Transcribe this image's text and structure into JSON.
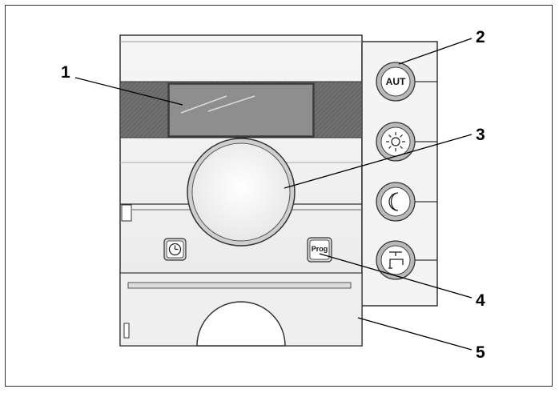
{
  "callouts": [
    {
      "id": "1",
      "label": "1"
    },
    {
      "id": "2",
      "label": "2"
    },
    {
      "id": "3",
      "label": "3"
    },
    {
      "id": "4",
      "label": "4"
    },
    {
      "id": "5",
      "label": "5"
    }
  ],
  "buttons": {
    "auto_label": "AUT",
    "prog_label": "Prog"
  },
  "colors": {
    "outline": "#333333",
    "panel": "#f2f2f2",
    "display_band": "#6e6e6e",
    "display_screen": "#4f4f4f",
    "button_ring": "#8a8a8a",
    "button_face": "#ffffff"
  },
  "icons": [
    "clock-icon",
    "sun-icon",
    "moon-icon",
    "tap-icon"
  ]
}
